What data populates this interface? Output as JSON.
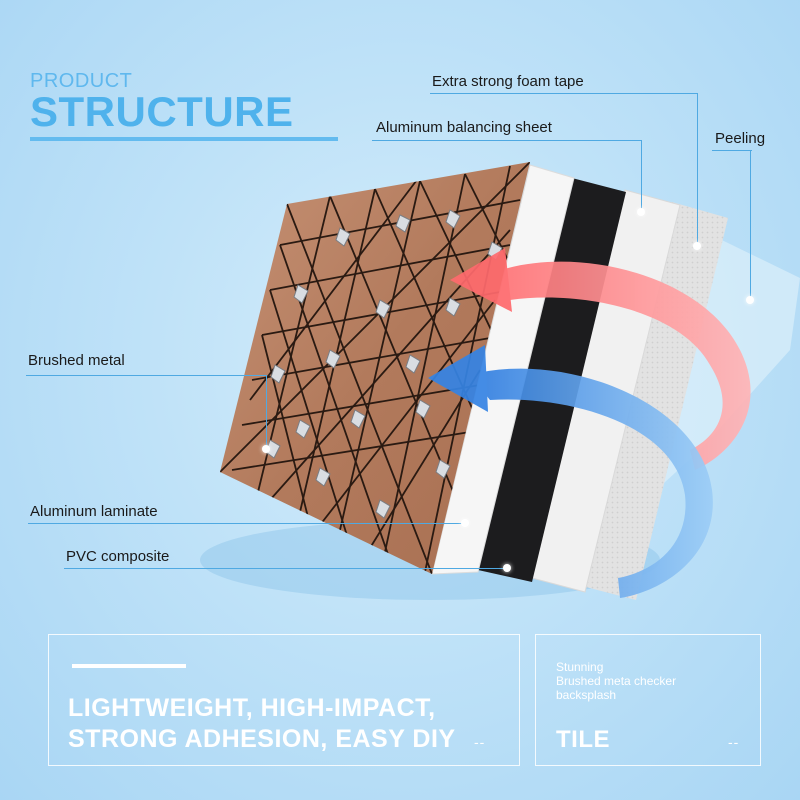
{
  "heading": {
    "small": "PRODUCT",
    "big": "STRUCTURE"
  },
  "callouts": {
    "foam_tape": "Extra strong foam tape",
    "balancing_sheet": "Aluminum balancing sheet",
    "peeling": "Peeling",
    "brushed_metal": "Brushed metal",
    "laminate": "Aluminum laminate",
    "pvc": "PVC composite"
  },
  "panel_left": {
    "line1": "LIGHTWEIGHT, HIGH-IMPACT,",
    "line2": "STRONG ADHESION, EASY DIY",
    "dash": "--"
  },
  "panel_right": {
    "line1": "Stunning",
    "line2": "Brushed meta checker",
    "line3": "backsplash",
    "title": "TILE",
    "dash": "--"
  },
  "colors": {
    "accent": "#4fb2ec",
    "tile_copper": "#b77f62",
    "red_arrow": "#f05a5f",
    "blue_arrow": "#2f7de0"
  }
}
